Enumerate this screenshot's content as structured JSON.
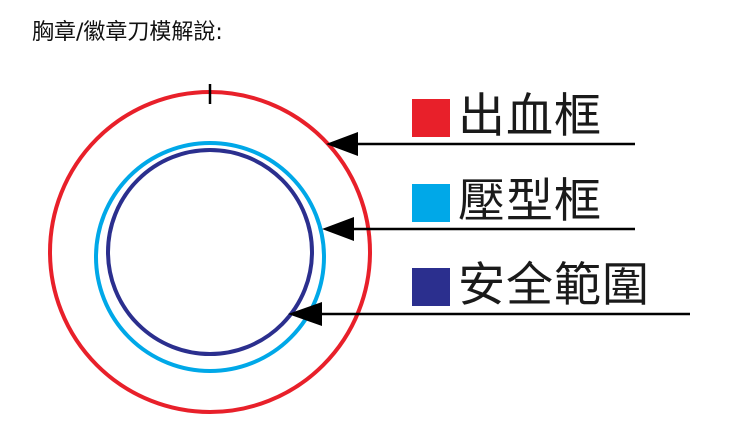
{
  "title": "胸章/徽章刀模解說:",
  "legend": [
    {
      "label": "出血框",
      "color": "#e8202a"
    },
    {
      "label": "壓型框",
      "color": "#00a8e8"
    },
    {
      "label": "安全範圍",
      "color": "#2b2f8e"
    }
  ],
  "icons": {
    "outer_circle": "bleed-circle",
    "middle_circle": "die-cut-circle",
    "inner_circle": "safe-area-circle",
    "pointer": "arrow-left-icon"
  }
}
